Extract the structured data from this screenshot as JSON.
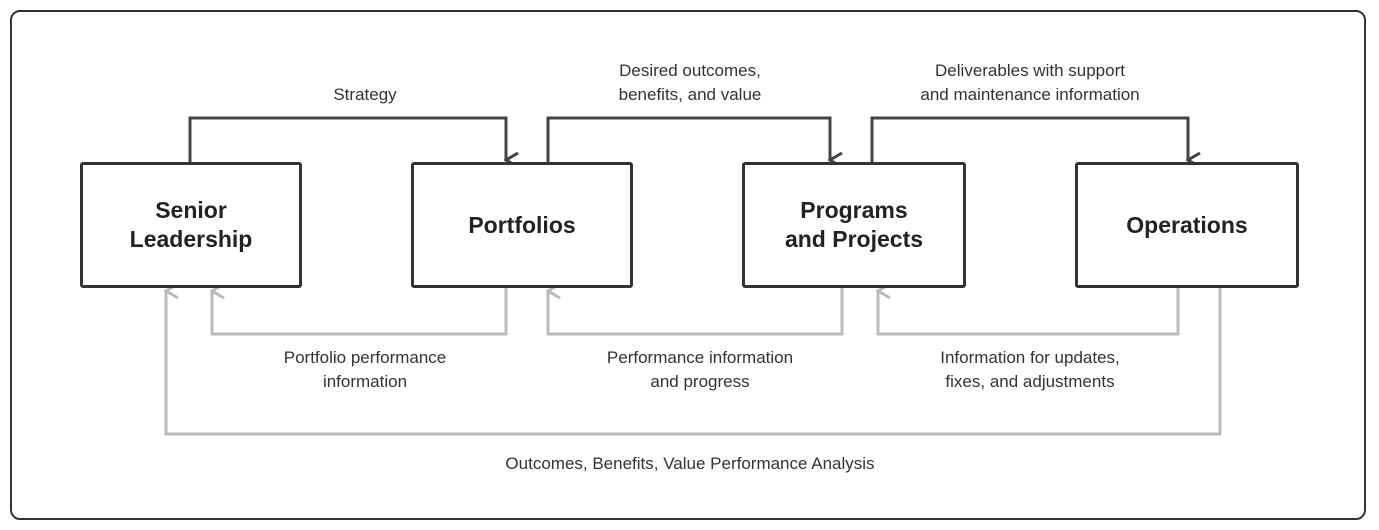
{
  "boxes": {
    "senior_leadership": "Senior\nLeadership",
    "portfolios": "Portfolios",
    "programs_projects": "Programs\nand Projects",
    "operations": "Operations"
  },
  "flows_forward": {
    "strategy": "Strategy",
    "desired_outcomes": "Desired outcomes,\nbenefits, and value",
    "deliverables": "Deliverables with support\nand maintenance information"
  },
  "flows_feedback": {
    "portfolio_performance": "Portfolio performance\ninformation",
    "performance_progress": "Performance information\nand progress",
    "updates_fixes": "Information for updates,\nfixes, and adjustments",
    "outcomes_analysis": "Outcomes, Benefits, Value Performance Analysis"
  },
  "colors": {
    "forward_arrow": "#444444",
    "feedback_arrow": "#bbbbbb",
    "box_border": "#333333"
  }
}
